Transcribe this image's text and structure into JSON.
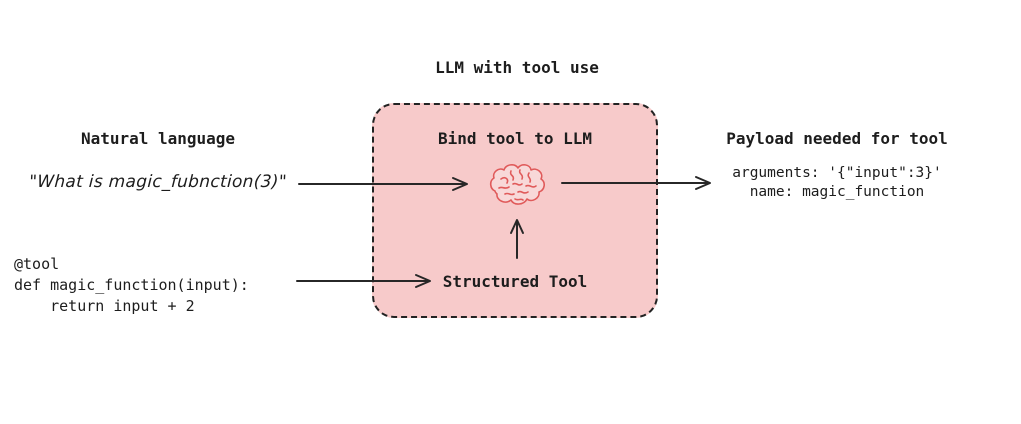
{
  "title": "LLM with tool use",
  "colors": {
    "box_fill": "#f7caca",
    "box_border": "#222222",
    "brain_stroke": "#e05a5a",
    "brain_fill": "#f8d8d8",
    "text": "#1d1d1d",
    "arrow": "#272727",
    "background": "#ffffff"
  },
  "left": {
    "heading": "Natural language",
    "quote": "\"What is magic_fubnction(3)\"",
    "code": "@tool\ndef magic_function(input):\n    return input + 2"
  },
  "center": {
    "heading": "Bind tool to LLM",
    "brain_icon": "brain-icon",
    "tool_label": "Structured Tool"
  },
  "right": {
    "heading": "Payload needed for tool",
    "payload_line1": "arguments: '{\"input\":3}'",
    "payload_line2": "name: magic_function"
  }
}
